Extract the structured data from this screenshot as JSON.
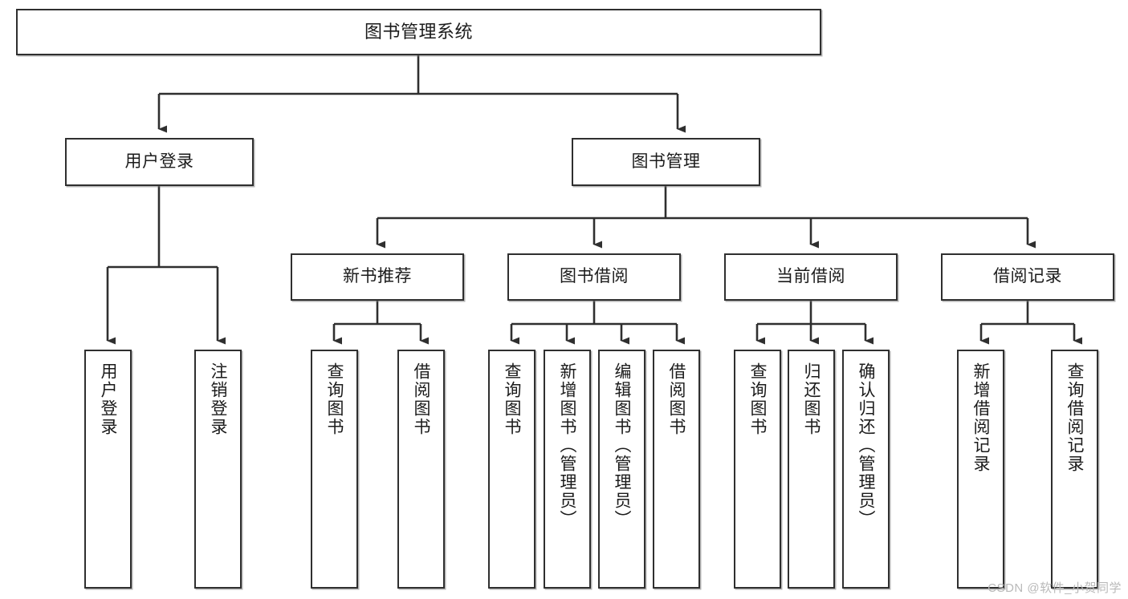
{
  "diagram": {
    "title": "图书管理系统",
    "watermark": "CSDN @软件_小贺同学",
    "accent_color": "#2f2f2f",
    "background_color": "#ffffff",
    "text_color": "#1b1b1b",
    "nodes": {
      "root": {
        "label": "图书管理系统"
      },
      "level2": [
        {
          "label": "用户登录"
        },
        {
          "label": "图书管理"
        }
      ],
      "level3": [
        {
          "label": "新书推荐"
        },
        {
          "label": "图书借阅"
        },
        {
          "label": "当前借阅"
        },
        {
          "label": "借阅记录"
        }
      ],
      "leaves": {
        "user_login": [
          {
            "label": "用户登录"
          },
          {
            "label": "注销登录"
          }
        ],
        "new_book": [
          {
            "label": "查询图书"
          },
          {
            "label": "借阅图书"
          }
        ],
        "book_borrow": [
          {
            "label": "查询图书"
          },
          {
            "label": "新增图书（管理员）"
          },
          {
            "label": "编辑图书（管理员）"
          },
          {
            "label": "借阅图书"
          }
        ],
        "current_borrow": [
          {
            "label": "查询图书"
          },
          {
            "label": "归还图书"
          },
          {
            "label": "确认归还（管理员）"
          }
        ],
        "borrow_record": [
          {
            "label": "新增借阅记录"
          },
          {
            "label": "查询借阅记录"
          }
        ]
      }
    }
  }
}
